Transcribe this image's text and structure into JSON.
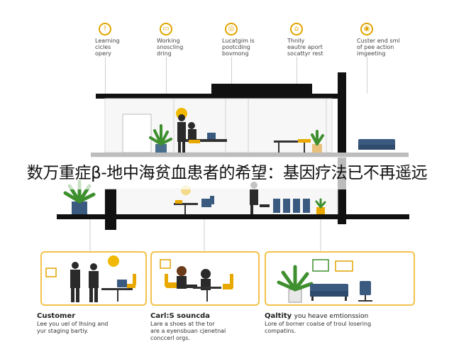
{
  "top_items": [
    {
      "icon": "lightbulb-icon",
      "label": "Learning\ncicles\nopery"
    },
    {
      "icon": "laptop-icon",
      "label": "Working\nsnoscling\ndring"
    },
    {
      "icon": "rocket-icon",
      "label": "Lucatgim is\npootcding\nbovmong"
    },
    {
      "icon": "people-icon",
      "label": "Thnlly\neautre aport\nsocattyr rest"
    },
    {
      "icon": "target-icon",
      "label": "Custer end sml\nof pee action\nimgeeting"
    }
  ],
  "headline": "数万重症β-地中海贫血患者的希望：基因疗法已不再遥远",
  "bottom_panels": [
    {
      "title": "Customer",
      "body": "Lee you uel of lhsing and\nyur staging bartiy."
    },
    {
      "title": "Carl:S souncda",
      "body": "Lare a shoes at the tor\nare a eyensbuan cjenetnal\nconccerl orgs."
    },
    {
      "title": "Qaltity",
      "title_rest": "you heave emtionssion",
      "body": "Lore of borner coalse of troul losering\ncompatins."
    }
  ],
  "colors": {
    "accent": "#f2c24c",
    "accent_dark": "#e2a400",
    "structure": "#111111",
    "plant": "#3e8f2e",
    "sofa": "#3a5a80"
  }
}
